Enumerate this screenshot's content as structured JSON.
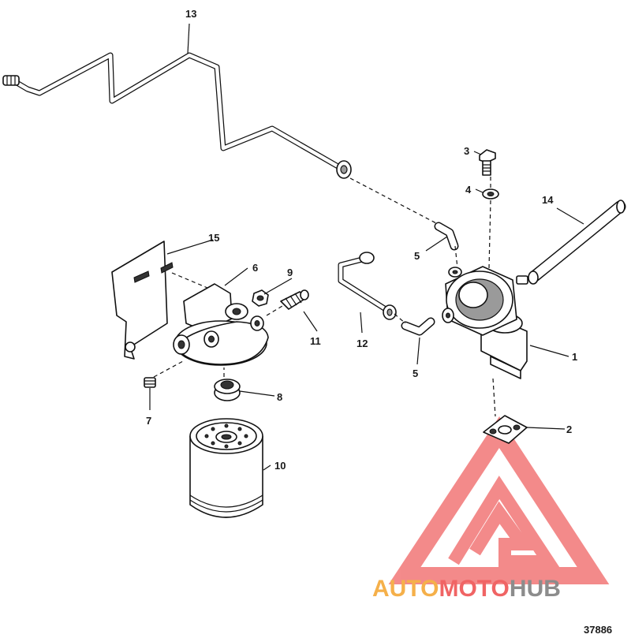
{
  "callouts": {
    "c1": "1",
    "c2": "2",
    "c3": "3",
    "c4": "4",
    "c5a": "5",
    "c5b": "5",
    "c6": "6",
    "c7": "7",
    "c8": "8",
    "c9": "9",
    "c10": "10",
    "c11": "11",
    "c12": "12",
    "c13": "13",
    "c14": "14",
    "c15": "15"
  },
  "figure_number": "37886",
  "watermark": {
    "part1": "AUTO",
    "part2": "MOTO",
    "part3": "HUB",
    "color_orange": "#f5b04a",
    "color_red": "#f06464",
    "color_gray": "#8c8c8c"
  }
}
